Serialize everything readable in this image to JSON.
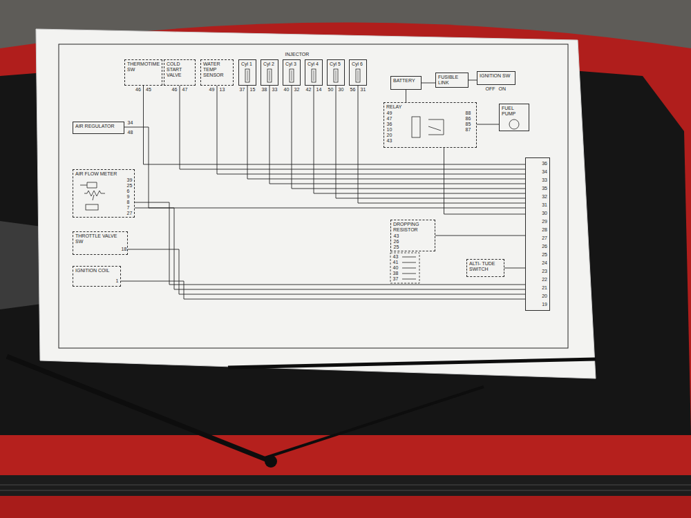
{
  "diagram": {
    "nodes": [
      {
        "text": [
          "THERMOTIME SW"
        ]
      },
      {
        "text": [
          "COLD START VALVE"
        ]
      },
      {
        "text": [
          "WATER TEMP SENSOR"
        ]
      },
      {
        "text": [
          "Cyl 1"
        ]
      },
      {
        "text": [
          "Cyl 2"
        ]
      },
      {
        "text": [
          "Cyl 3"
        ]
      },
      {
        "text": [
          "Cyl 4"
        ]
      },
      {
        "text": [
          "Cyl 5"
        ]
      },
      {
        "text": [
          "Cyl 6"
        ]
      },
      {
        "text": [
          "BATTERY"
        ]
      },
      {
        "text": [
          "FUSIBLE LINK"
        ]
      },
      {
        "text": [
          "IGNITION SW"
        ]
      },
      {
        "text": [
          "RELAY"
        ]
      },
      {
        "text": [
          "FUEL PUMP"
        ]
      },
      {
        "text": [
          "AIR REGULATOR"
        ]
      },
      {
        "text": [
          "AIR FLOW METER"
        ]
      },
      {
        "text": [
          "THROTTLE VALVE SW"
        ]
      },
      {
        "text": [
          "IGNITION COIL"
        ]
      },
      {
        "text": [
          "DROPPING RESISTOR"
        ]
      },
      {
        "text": [
          "ALTI- TUDE SWITCH"
        ]
      },
      {
        "text": [
          "36",
          "34",
          "33",
          "35",
          "32",
          "31",
          "30",
          "29",
          "28",
          "27",
          "26",
          "25",
          "24",
          "23",
          "22",
          "21",
          "20",
          "19"
        ]
      }
    ],
    "edges": [
      {
        "from": 0,
        "to": 20,
        "arrow": "none"
      },
      {
        "from": 1,
        "to": 20,
        "arrow": "none"
      },
      {
        "from": 2,
        "to": 20,
        "arrow": "none"
      },
      {
        "from": 3,
        "to": 20,
        "arrow": "none"
      },
      {
        "from": 4,
        "to": 20,
        "arrow": "none"
      },
      {
        "from": 5,
        "to": 20,
        "arrow": "none"
      },
      {
        "from": 6,
        "to": 20,
        "arrow": "none"
      },
      {
        "from": 7,
        "to": 20,
        "arrow": "none"
      },
      {
        "from": 8,
        "to": 20,
        "arrow": "none"
      },
      {
        "from": 14,
        "to": 20,
        "arrow": "none"
      },
      {
        "from": 15,
        "to": 20,
        "arrow": "none"
      },
      {
        "from": 15,
        "to": 20,
        "arrow": "none"
      },
      {
        "from": 16,
        "to": 20,
        "arrow": "none"
      },
      {
        "from": 17,
        "to": 20,
        "arrow": "none"
      },
      {
        "from": 18,
        "to": 20,
        "arrow": "none"
      },
      {
        "from": 19,
        "to": 20,
        "arrow": "none"
      },
      {
        "from": 12,
        "to": 20,
        "arrow": "none"
      },
      {
        "from": 9,
        "to": 12,
        "arrow": "none"
      },
      {
        "from": 9,
        "to": 10,
        "arrow": "none"
      },
      {
        "from": 10,
        "to": 11,
        "arrow": "none"
      },
      {
        "from": 12,
        "to": 13,
        "arrow": "none"
      }
    ],
    "labels": [
      "INJECTOR",
      "46",
      "45",
      "46",
      "47",
      "49",
      "13",
      "37",
      "15",
      "38",
      "33",
      "40",
      "32",
      "42",
      "14",
      "50",
      "30",
      "56",
      "31",
      "34",
      "48",
      "39",
      "25",
      "6",
      "9",
      "8",
      "7",
      "27",
      "18",
      "1",
      "43",
      "26",
      "25",
      "43",
      "41",
      "40",
      "38",
      "37",
      "49",
      "47",
      "36",
      "10",
      "20",
      "43",
      "88",
      "86",
      "85",
      "87",
      "OFF",
      "ON"
    ]
  }
}
